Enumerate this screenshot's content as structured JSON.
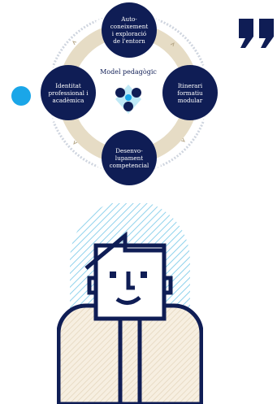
{
  "diagram": {
    "center_title": "Model pedagògic",
    "nodes": {
      "top": "Auto-\nconeixement\ni exploració\nde l'entorn",
      "left": "Identitat\nprofessional i\nacadèmica",
      "right": "Itinerari\nformatiu\nmodular",
      "bottom": "Desenvo-\nlupament\ncompetencial"
    }
  },
  "icons": {
    "quote": "quote-icon",
    "model": "pedagogical-model-icon",
    "portrait": "person-portrait-illustration"
  },
  "colors": {
    "navy": "#0f1d55",
    "ring": "#e6dcc5",
    "sky": "#bfe9f6",
    "accent_blue": "#1aa6e8",
    "shirt": "#f7efe1"
  }
}
